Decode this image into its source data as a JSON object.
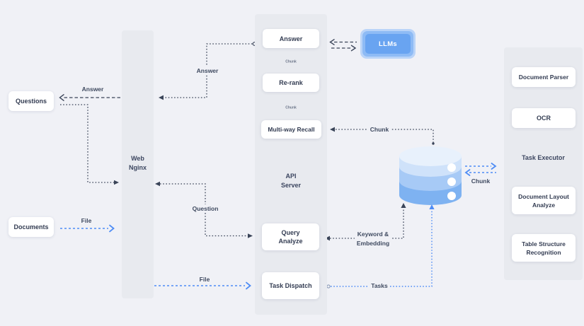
{
  "columns": {
    "web_nginx": {
      "line1": "Web",
      "line2": "Nginx"
    },
    "api_server": {
      "line1": "API",
      "line2": "Server"
    },
    "task_executor": {
      "label": "Task Executor"
    }
  },
  "nodes": {
    "questions": {
      "label": "Questions"
    },
    "documents": {
      "label": "Documents"
    },
    "answer": {
      "label": "Answer"
    },
    "re_rank": {
      "label": "Re-rank"
    },
    "multi_way_recall": {
      "label": "Multi-way Recall"
    },
    "query_analyze": {
      "line1": "Query",
      "line2": "Analyze"
    },
    "task_dispatch": {
      "label": "Task Dispatch"
    },
    "llms": {
      "label": "LLMs"
    },
    "document_parser": {
      "label": "Document Parser"
    },
    "ocr": {
      "label": "OCR"
    },
    "document_layout_analyze": {
      "line1": "Document Layout",
      "line2": "Analyze"
    },
    "table_structure_recognition": {
      "line1": "Table Structure",
      "line2": "Recognition"
    }
  },
  "edge_labels": {
    "answer_to_questions": "Answer",
    "answer_from_api": "Answer",
    "question": "Question",
    "file_documents": "File",
    "file_dispatch": "File",
    "chunk_to_recall": "Chunk",
    "chunk_to_rerank": "Chunk",
    "chunk_to_answer": "Chunk",
    "keyword_line1": "Keyword &",
    "keyword_line2": "Embedding",
    "tasks": "Tasks",
    "chunk_executor": "Chunk"
  },
  "icons": {
    "database": "database-cylinder-icon"
  },
  "colors": {
    "background": "#f0f1f6",
    "panel": "#e8eaef",
    "ink": "#3a4458",
    "accent_blue": "#4e8cf5",
    "llms_fill": "#69a4f1",
    "db_top": "#e8f1fc",
    "db_band_light": "#cfe2fa",
    "db_band_mid": "#a7caf6",
    "db_band_dark": "#7eb2f1"
  }
}
